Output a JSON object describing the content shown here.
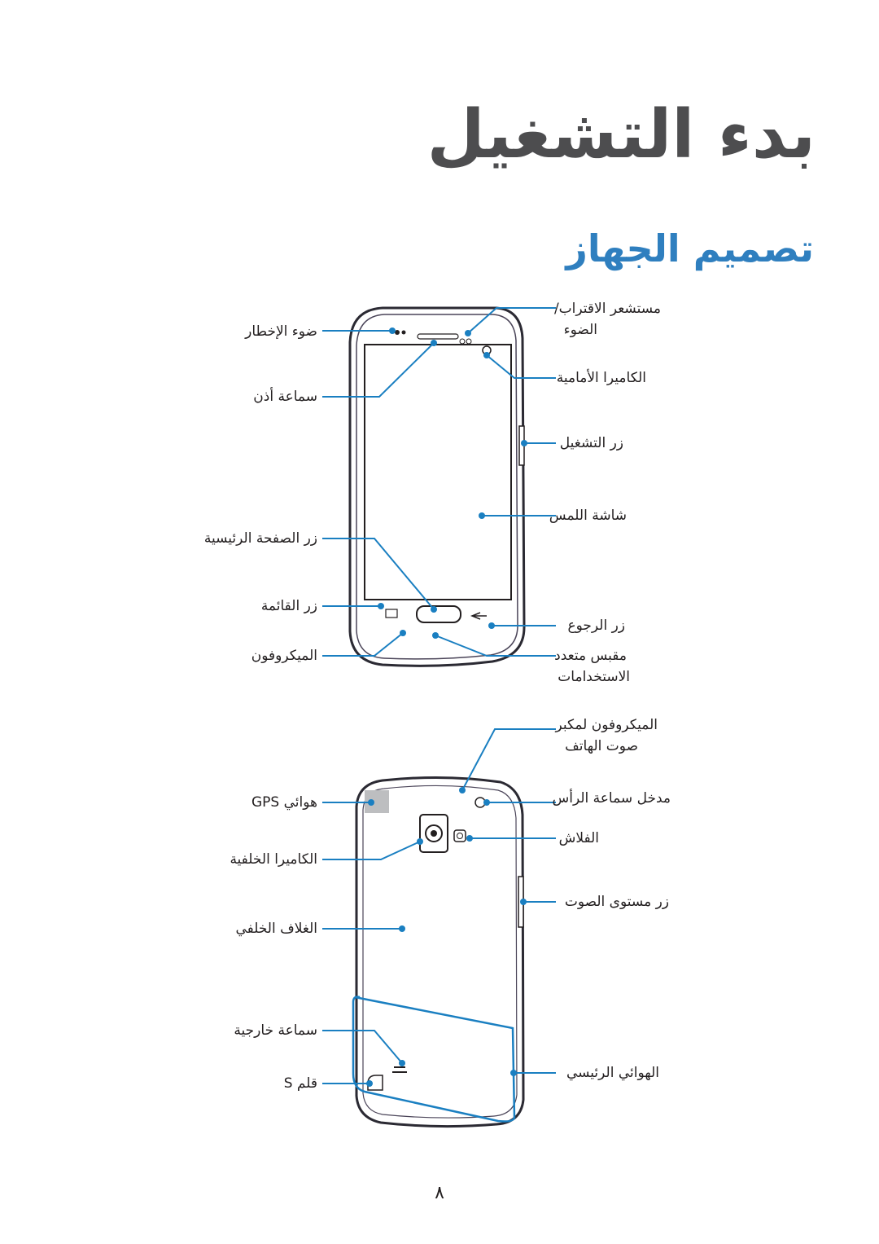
{
  "header": {
    "chapter_title": "بدء التشغيل",
    "section_title": "تصميم الجهاز"
  },
  "front_labels": {
    "light_sensor": [
      "مستشعر الاقتراب/",
      "الضوء"
    ],
    "proximity_led": "ضوء الإخطار",
    "front_camera": "الكاميرا الأمامية",
    "earpiece": "سماعة أذن",
    "power_key": "زر التشغيل",
    "touchscreen": "شاشة اللمس",
    "home_key": "زر الصفحة الرئيسية",
    "menu_key": "زر القائمة",
    "back_key": "زر الرجوع",
    "microphone": "الميكروفون",
    "multipurpose_jack": [
      "مقبس متعدد",
      "الاستخدامات"
    ]
  },
  "back_labels": {
    "speakerphone_mic": [
      "الميكروفون لمكبر",
      "صوت الهاتف"
    ],
    "gps_antenna": "هوائي GPS",
    "headset_jack": "مدخل سماعة الرأس",
    "flash": "الفلاش",
    "rear_camera": "الكاميرا الخلفية",
    "volume_key": "زر مستوى الصوت",
    "back_cover": "الغلاف الخلفي",
    "speaker": "سماعة خارجية",
    "main_antenna": "الهوائي الرئيسي",
    "s_pen": "قلم S"
  },
  "colors": {
    "callout": "#1a7fc1",
    "section_title": "#2f7fbf",
    "chapter_title": "#4d4d4f"
  },
  "footer": {
    "page_number": "٨"
  }
}
